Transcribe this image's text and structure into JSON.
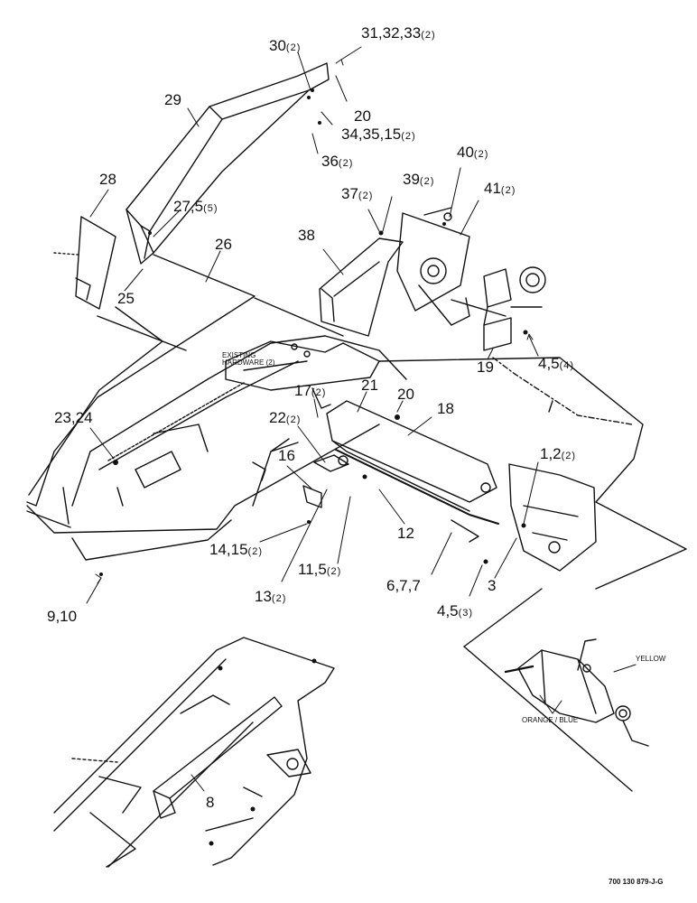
{
  "callouts": [
    {
      "id": "c1",
      "num": "31,32,33",
      "qty": "(2)"
    },
    {
      "id": "c2",
      "num": "30",
      "qty": "(2)"
    },
    {
      "id": "c3",
      "num": "29",
      "qty": ""
    },
    {
      "id": "c4",
      "num": "20",
      "qty": ""
    },
    {
      "id": "c5",
      "num": "34,35,15",
      "qty": "(2)"
    },
    {
      "id": "c6",
      "num": "36",
      "qty": "(2)"
    },
    {
      "id": "c7",
      "num": "40",
      "qty": "(2)"
    },
    {
      "id": "c8",
      "num": "28",
      "qty": ""
    },
    {
      "id": "c9",
      "num": "37",
      "qty": "(2)"
    },
    {
      "id": "c10",
      "num": "39",
      "qty": "(2)"
    },
    {
      "id": "c11",
      "num": "41",
      "qty": "(2)"
    },
    {
      "id": "c12",
      "num": "27,5",
      "qty": "(5)"
    },
    {
      "id": "c13",
      "num": "38",
      "qty": ""
    },
    {
      "id": "c14",
      "num": "26",
      "qty": ""
    },
    {
      "id": "c15",
      "num": "25",
      "qty": ""
    },
    {
      "id": "c16",
      "num": "4,5",
      "qty": "(4)"
    },
    {
      "id": "c17",
      "num": "19",
      "qty": ""
    },
    {
      "id": "c18",
      "num": "17",
      "qty": "(2)"
    },
    {
      "id": "c19",
      "num": "21",
      "qty": ""
    },
    {
      "id": "c20",
      "num": "20",
      "qty": ""
    },
    {
      "id": "c21",
      "num": "18",
      "qty": ""
    },
    {
      "id": "c22",
      "num": "23,24",
      "qty": ""
    },
    {
      "id": "c23",
      "num": "22",
      "qty": "(2)"
    },
    {
      "id": "c24",
      "num": "16",
      "qty": ""
    },
    {
      "id": "c25",
      "num": "1,2",
      "qty": "(2)"
    },
    {
      "id": "c26",
      "num": "12",
      "qty": ""
    },
    {
      "id": "c27",
      "num": "14,15",
      "qty": "(2)"
    },
    {
      "id": "c28",
      "num": "11,5",
      "qty": "(2)"
    },
    {
      "id": "c29",
      "num": "6,7,7",
      "qty": ""
    },
    {
      "id": "c30",
      "num": "3",
      "qty": ""
    },
    {
      "id": "c31",
      "num": "13",
      "qty": "(2)"
    },
    {
      "id": "c32",
      "num": "4,5",
      "qty": "(3)"
    },
    {
      "id": "c33",
      "num": "9,10",
      "qty": ""
    },
    {
      "id": "c34",
      "num": "8",
      "qty": ""
    }
  ],
  "labels": {
    "existing_hardware_line1": "EXISTING",
    "existing_hardware_line2": "HARDWARE (2)",
    "yellow": "YELLOW",
    "orange_blue": "ORANGE / BLUE",
    "drawing_number": "700 130 879-J-G"
  },
  "colors": {
    "ink": "#111111",
    "paper": "#ffffff"
  }
}
